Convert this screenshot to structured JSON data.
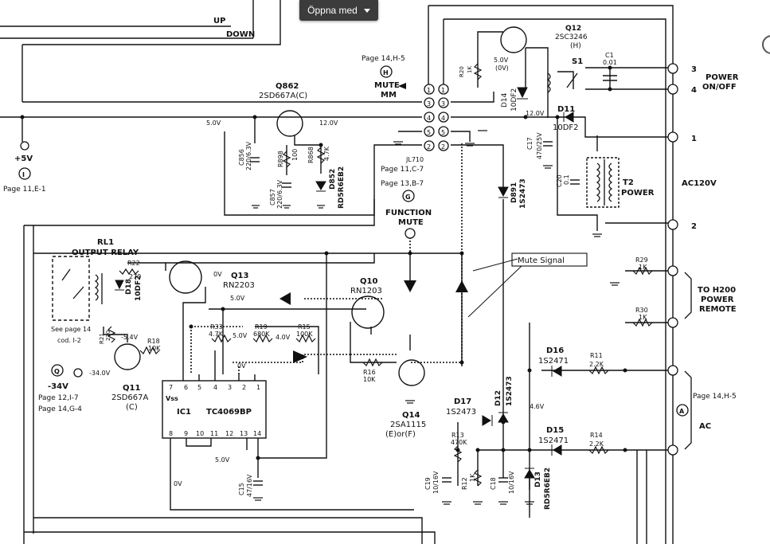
{
  "toolbar": {
    "open_with_label": "Öppna med",
    "dropdown_icon": "chevron-down-icon"
  },
  "labels": {
    "up": "UP",
    "down": "DOWN",
    "q12": "Q12",
    "q12_part": "2SC3246",
    "q12_rank": "(H)",
    "r20": "R20",
    "r20_val": "1K",
    "v5_0v": "5.0V",
    "v_0v_paren": "(0V)",
    "page14_h5": "Page 14,H-5",
    "h": "H",
    "mute": "MUTE",
    "mm": "MM",
    "q862": "Q862",
    "q862_part": "2SD667A(C)",
    "d14": "D14",
    "d14_part": "10DF2",
    "s1": "S1",
    "c1": "C1",
    "c1_val": "0.01",
    "pin3": "3",
    "pin4": "4",
    "pin5": "5",
    "pin2": "2",
    "pin1": "1",
    "power_onoff_1": "POWER",
    "power_onoff_2": "ON/OFF",
    "v5_0v_b": "5.0V",
    "v12_0v": "12.0V",
    "v12_0v_b": "12.0V",
    "d11": "D11",
    "d11_part": "10DF2",
    "plus5v": "+5V",
    "i": "I",
    "page11_e1": "Page 11,E-1",
    "c856": "C856",
    "c856_val": "220/6.3V",
    "r898": "R898",
    "r898_val": "100",
    "r868": "R868",
    "r868_val": "4.7K",
    "c857": "C857",
    "c857_val": "220/6.3V",
    "d852": "D852",
    "d852_part": "RD5R6EB2",
    "jl710": "JL710",
    "page11_c7": "Page 11,C-7",
    "page13_b7": "Page 13,B-7",
    "g": "G",
    "function_mute_1": "FUNCTION",
    "function_mute_2": "MUTE",
    "c17": "C17",
    "c17_val": "470/25V",
    "c20": "C20",
    "c20_val": "0.1",
    "d891": "D891",
    "d891_part": "1S2473",
    "t2": "T2",
    "t2_name": "POWER",
    "ac120v": "AC120V",
    "rl1": "RL1",
    "output_relay": "OUTPUT RELAY",
    "r22": "R22",
    "r22_val": "270",
    "d18": "D18",
    "d18_part": "10DF2",
    "q13": "Q13",
    "q13_part": "RN2203",
    "v0v": "0V",
    "v5_0v_c": "5.0V",
    "q10": "Q10",
    "q10_part": "RN1203",
    "mute_signal": "Mute Signal",
    "r29": "R29",
    "r29_val": "1K",
    "r30": "R30",
    "r30_val": "1K",
    "to_h200_1": "TO H200",
    "to_h200_2": "POWER",
    "to_h200_3": "REMOTE",
    "see_page14": "See page 14",
    "cod_i2": "cod. I-2",
    "r21": "R21",
    "r21_val": "270",
    "r33": "R33",
    "r33_val": "4.7K",
    "v5_0v_d": "5.0V",
    "r19": "R19",
    "r19_val": "680K",
    "v4_0v": "4.0V",
    "r15": "R15",
    "r15_val": "100K",
    "d16": "D16",
    "d16_part": "1S2471",
    "r11": "R11",
    "r11_val": "2.2K",
    "v_minus5_4": "-5.4V",
    "r18": "R18",
    "r18_val": "10K",
    "q": "Q",
    "v_minus34_0": "-34.0V",
    "minus34v": "-34V",
    "v0v_b": "0V",
    "r16": "R16",
    "r16_val": "10K",
    "page12_i7": "Page 12,I-7",
    "page14_g4": "Page 14,G-4",
    "q11": "Q11",
    "q11_part": "2SD667A",
    "q11_rank": "(C)",
    "vss": "Vss",
    "ic1": "IC1",
    "ic1_part": "TC4069BP",
    "p7": "7",
    "p6": "6",
    "p5": "5",
    "p4": "4",
    "p3": "3",
    "p2": "2",
    "p1": "1",
    "p8": "8",
    "p9": "9",
    "p10": "10",
    "p11": "11",
    "p12": "12",
    "p13": "13",
    "p14": "14",
    "d17": "D17",
    "d17_part": "1S2473",
    "d12": "D12",
    "d12_part": "1S2473",
    "page14_h5_b": "Page 14,H-5",
    "a": "A",
    "ac": "AC",
    "v4_6v": "4.6V",
    "q14": "Q14",
    "q14_part": "2SA1115",
    "q14_rank": "(E)or(F)",
    "d15": "D15",
    "d15_part": "1S2471",
    "r14": "R14",
    "r14_val": "2.2K",
    "r13": "R13",
    "r13_val": "470K",
    "v5_0v_e": "5.0V",
    "v0v_c": "0V",
    "c15": "C15",
    "c15_val": "47/16V",
    "c19": "C19",
    "c19_val": "10/16V",
    "r12": "R12",
    "r12_val": "1K",
    "c18": "C18",
    "c18_val": "10/16V",
    "d13": "D13",
    "d13_part": "RD5R6EB2"
  }
}
